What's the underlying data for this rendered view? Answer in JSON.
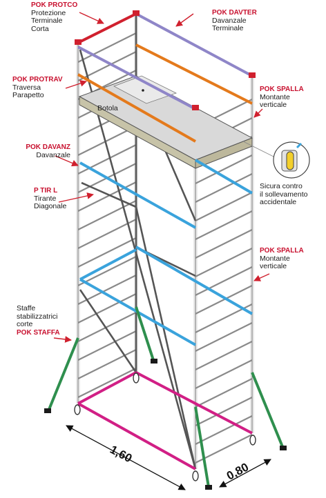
{
  "colors": {
    "upright": "#e9e9e9",
    "upright_edge": "#7a7a7a",
    "rung": "#dcdcdc",
    "orange": "#e47a1c",
    "purple": "#8f86c8",
    "blue": "#3aa3dc",
    "magenta": "#d11f85",
    "green": "#2f8f4e",
    "red_cap": "#d0202e",
    "platform_top": "#d9d9d9",
    "platform_side": "#c7c3a8",
    "label_code": "#c8102e"
  },
  "labels": {
    "protco": {
      "code": "POK PROTCO",
      "desc1": "Protezione",
      "desc2": "Terminale",
      "desc3": "Corta"
    },
    "davter": {
      "code": "POK DAVTER",
      "desc1": "Davanzale",
      "desc2": "Terminale"
    },
    "protrav": {
      "code": "POK PROTRAV",
      "desc1": "Traversa",
      "desc2": "Parapetto"
    },
    "spalla_top": {
      "code": "POK SPALLA",
      "desc1": "Montante",
      "desc2": "verticale"
    },
    "botola": "Botola",
    "davanz": {
      "code": "POK DAVANZ",
      "desc1": "Davanzale"
    },
    "sicura": {
      "line1": "Sicura contro",
      "line2": "il sollevamento",
      "line3": "accidentale"
    },
    "tir": {
      "code": "P TIR L",
      "desc1": "Tirante",
      "desc2": "Diagonale"
    },
    "spalla_mid": {
      "code": "POK SPALLA",
      "desc1": "Montante",
      "desc2": "verticale"
    },
    "staffe": {
      "desc1": "Staffe",
      "desc2": "stabilizzatrici",
      "desc3": "corte",
      "code": "POK STAFFA"
    }
  },
  "dimensions": {
    "length": "1,60",
    "width": "0,80"
  }
}
